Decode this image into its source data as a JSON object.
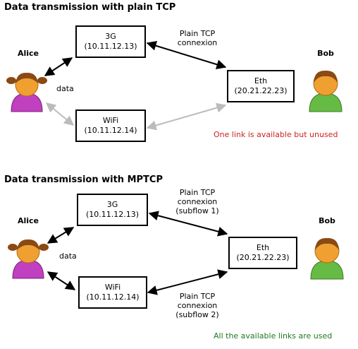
{
  "colors": {
    "arrow_active": "#000000",
    "arrow_unused": "#bbbbbb",
    "note_red": "#cc2222",
    "note_green": "#1f7a1f",
    "alice_dress": "#c040c0",
    "bob_shirt": "#66bb44",
    "skin": "#f0a030",
    "hair": "#8a4a14"
  },
  "top": {
    "title": "Data transmission with plain TCP",
    "alice": "Alice",
    "bob": "Bob",
    "node_3g": {
      "name": "3G",
      "ip": "(10.11.12.13)"
    },
    "node_wifi": {
      "name": "WiFi",
      "ip": "(10.11.12.14)"
    },
    "node_eth": {
      "name": "Eth",
      "ip": "(20.21.22.23)"
    },
    "conn_line1": "Plain TCP",
    "conn_line2": "connexion",
    "data_label": "data",
    "note": "One link is available but unused"
  },
  "bottom": {
    "title": "Data transmission with MPTCP",
    "alice": "Alice",
    "bob": "Bob",
    "node_3g": {
      "name": "3G",
      "ip": "(10.11.12.13)"
    },
    "node_wifi": {
      "name": "WiFi",
      "ip": "(10.11.12.14)"
    },
    "node_eth": {
      "name": "Eth",
      "ip": "(20.21.22.23)"
    },
    "sub1_line1": "Plain TCP",
    "sub1_line2": "connexion",
    "sub1_line3": "(subflow 1)",
    "sub2_line1": "Plain TCP",
    "sub2_line2": "connexion",
    "sub2_line3": "(subflow 2)",
    "data_label": "data",
    "note": "All the available links are used"
  }
}
